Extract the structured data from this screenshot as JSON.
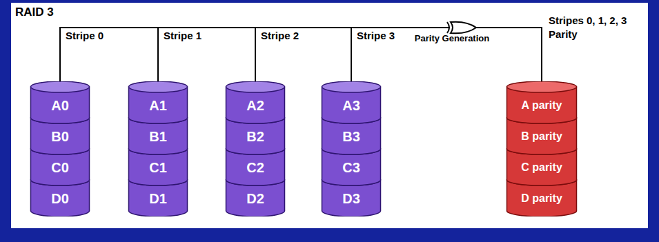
{
  "diagram": {
    "title": "RAID 3",
    "nodes": [
      {
        "text": [
          "A0",
          "B0",
          "C0",
          "D0"
        ]
      },
      {
        "text": [
          "A1",
          "B1",
          "C1",
          "D1"
        ]
      },
      {
        "text": [
          "A2",
          "B2",
          "C2",
          "D2"
        ]
      },
      {
        "text": [
          "A3",
          "B3",
          "C3",
          "D3"
        ]
      },
      {
        "text": [
          "A parity",
          "B parity",
          "C parity",
          "D parity"
        ]
      }
    ],
    "edges": [
      {
        "from": 0,
        "to": 4,
        "arrow": "none",
        "label": "Stripe 0"
      },
      {
        "from": 1,
        "to": 4,
        "arrow": "none",
        "label": "Stripe 1"
      },
      {
        "from": 2,
        "to": 4,
        "arrow": "none",
        "label": "Stripe 2"
      },
      {
        "from": 3,
        "to": 4,
        "arrow": "none",
        "label": "Stripe 3"
      }
    ],
    "labels": [
      "Parity Generation",
      "Stripes 0, 1, 2, 3 Parity"
    ]
  }
}
